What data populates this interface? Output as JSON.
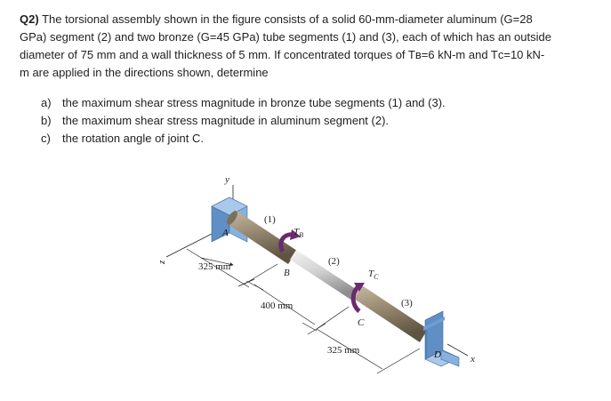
{
  "problem": {
    "number": "Q2)",
    "statement_line1": "The torsional assembly shown in the figure consists of a solid 60-mm-diameter aluminum (G=28",
    "statement_line2": "GPa) segment (2) and two bronze (G=45 GPa) tube segments (1) and (3), each of which has an outside",
    "statement_line3": "diameter of 75 mm and a wall thickness of 5 mm. If concentrated torques of Tʙ=6 kN-m and Tᴄ=10 kN-",
    "statement_line4": "m are applied in the directions shown, determine",
    "parts": [
      {
        "label": "a)",
        "text": "the maximum shear stress magnitude in bronze tube segments (1) and (3)."
      },
      {
        "label": "b)",
        "text": "the maximum shear stress magnitude in aluminum segment (2)."
      },
      {
        "label": "c)",
        "text": "the rotation angle of joint C."
      }
    ]
  },
  "figure": {
    "axis_y": "y",
    "axis_z": "z",
    "axis_x": "x",
    "support_A": "A",
    "support_D": "D",
    "joint_B": "B",
    "joint_C": "C",
    "segment_1": "(1)",
    "segment_2": "(2)",
    "segment_3": "(3)",
    "torque_B": "T",
    "torque_B_sub": "B",
    "torque_C": "T",
    "torque_C_sub": "C",
    "dim_1": "325 mm",
    "dim_2": "400 mm",
    "dim_3": "325 mm",
    "colors": {
      "bronze": "#8f8068",
      "aluminum": "#cfcfcf",
      "support": "#6f9ed1",
      "torque_arrow": "#6a2b6e"
    }
  }
}
